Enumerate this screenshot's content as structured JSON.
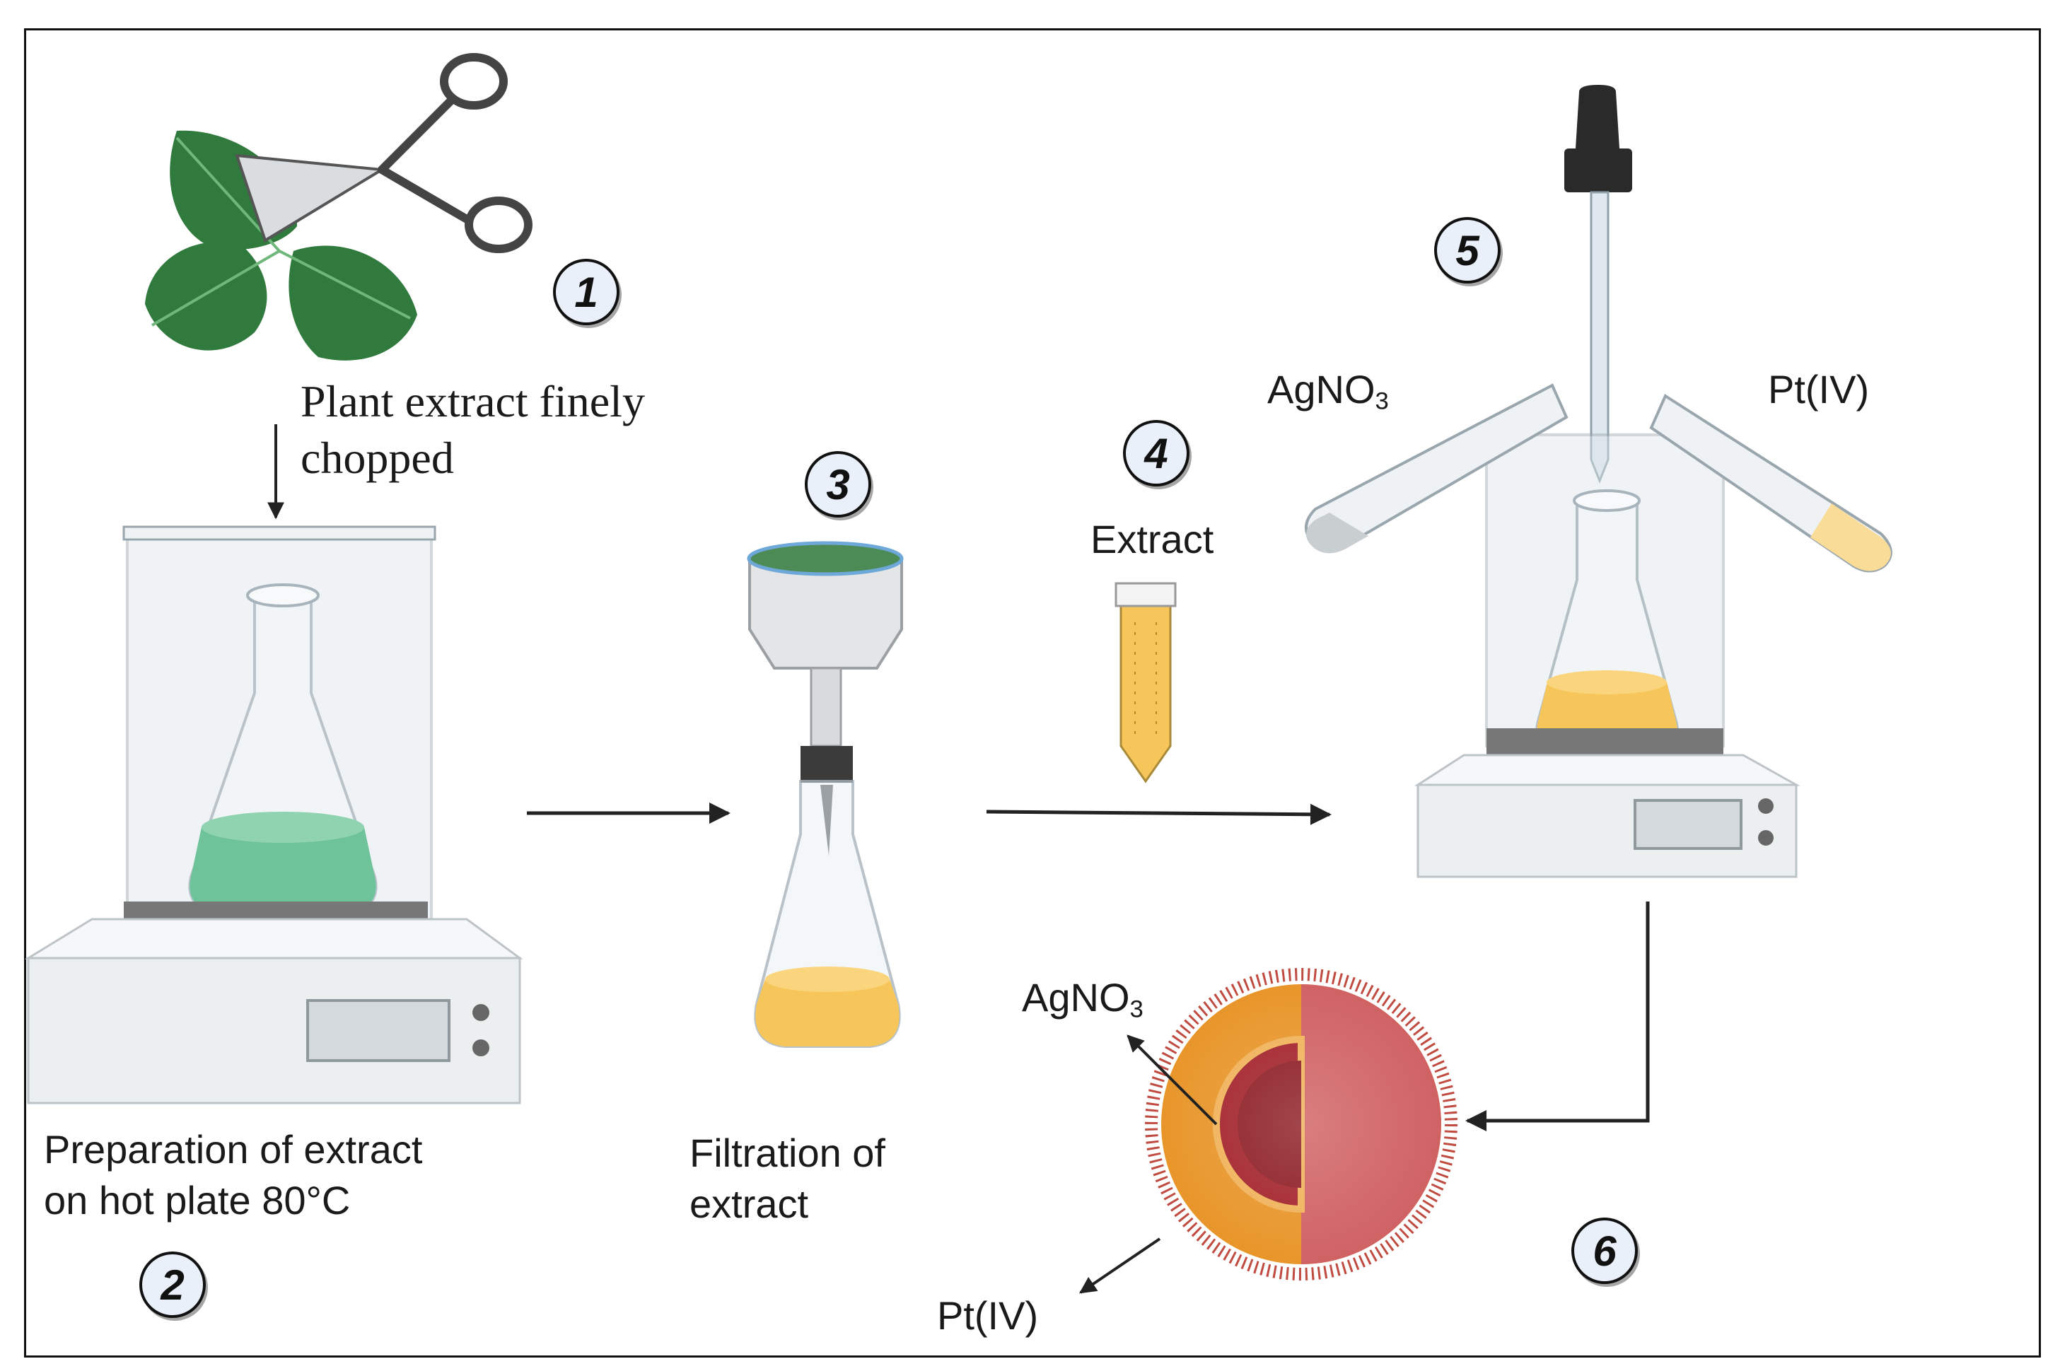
{
  "steps": {
    "step1": {
      "number": "1",
      "label_line1": "Plant extract finely",
      "label_line2": "chopped"
    },
    "step2": {
      "number": "2",
      "label_line1": "Preparation of extract",
      "label_line2": "on hot plate 80°C"
    },
    "step3": {
      "number": "3",
      "label_line1": "Filtration of",
      "label_line2": "extract"
    },
    "step4": {
      "number": "4",
      "label": "Extract"
    },
    "step5": {
      "number": "5",
      "tube_left": {
        "main": "AgNO",
        "sub": "3"
      },
      "tube_right": "Pt(IV)"
    },
    "step6": {
      "number": "6",
      "layer_outer": {
        "main": "AgNO",
        "sub": "3"
      },
      "layer_inner": "Pt(IV)"
    }
  },
  "colors": {
    "leaf": "#2f7a3c",
    "green_solution": "#6fc39a",
    "yellow_solution": "#f7c65a",
    "hotplate": "#eceff0",
    "particle_core": "#a3232b",
    "particle_shell": "#e8962a",
    "particle_half": "#d06264"
  }
}
